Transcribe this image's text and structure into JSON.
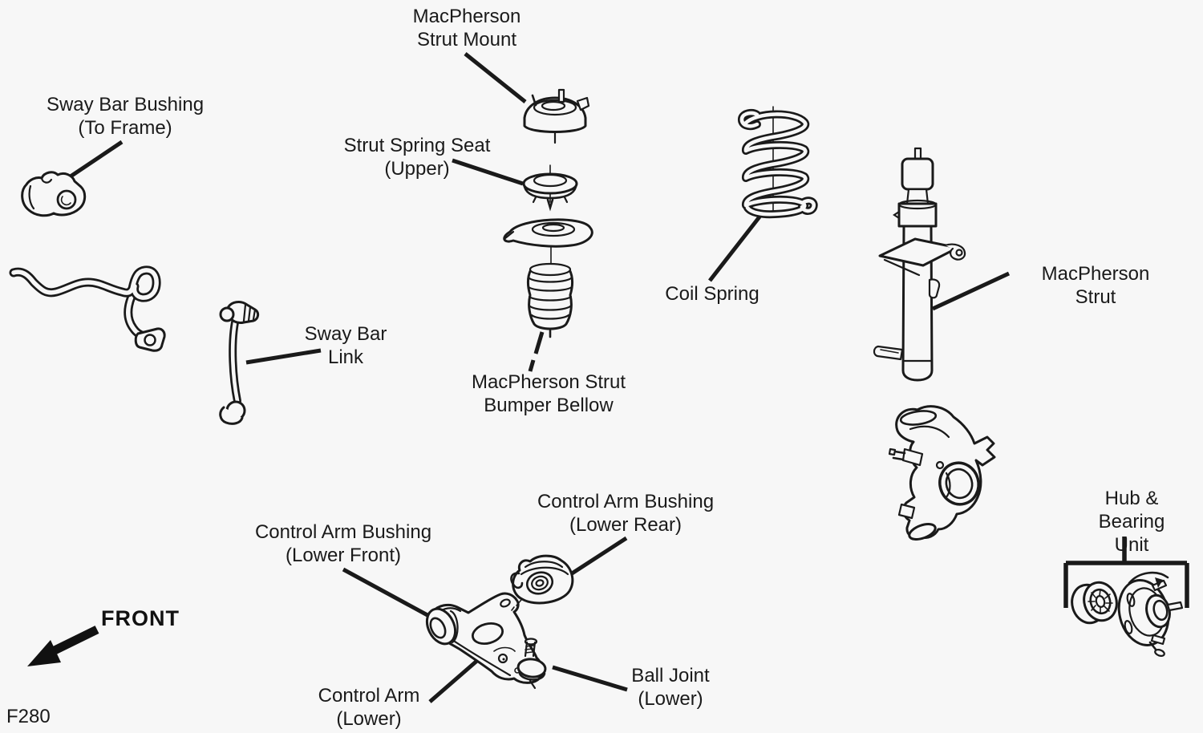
{
  "diagram": {
    "figure_code": "F280",
    "orientation_label": "FRONT",
    "colors": {
      "background": "#f7f7f7",
      "ink": "#1a1a1a"
    },
    "labels": {
      "macpherson_strut_mount": "MacPherson\nStrut Mount",
      "sway_bar_bushing": "Sway Bar Bushing\n(To Frame)",
      "strut_spring_seat_upper": "Strut Spring Seat\n(Upper)",
      "sway_bar_link": "Sway Bar\nLink",
      "macpherson_strut_bumper_bellow": "MacPherson Strut\nBumper Bellow",
      "coil_spring": "Coil Spring",
      "macpherson_strut": "MacPherson Strut",
      "control_arm_bushing_lower_front": "Control Arm Bushing\n(Lower Front)",
      "control_arm_bushing_lower_rear": "Control Arm Bushing\n(Lower Rear)",
      "control_arm_lower": "Control Arm\n(Lower)",
      "ball_joint_lower": "Ball Joint\n(Lower)",
      "hub_bearing_unit": "Hub & Bearing\nUnit"
    }
  }
}
